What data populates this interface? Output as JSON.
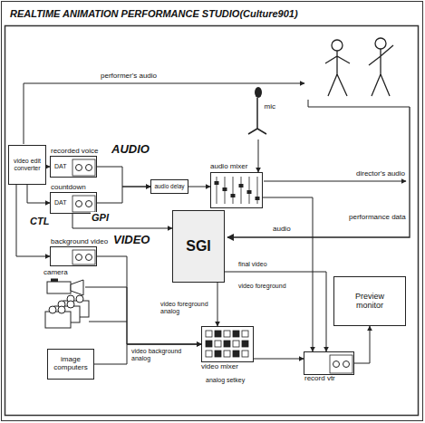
{
  "diagram": {
    "title": "REALTIME ANIMATION PERFORMANCE STUDIO(Culture901)",
    "nodes": [
      {
        "text": [
          "video edit converter"
        ]
      },
      {
        "text": [
          "recorded voice",
          "DAT"
        ]
      },
      {
        "text": [
          "countdown",
          "DAT"
        ]
      },
      {
        "text": [
          "audio delay"
        ]
      },
      {
        "text": [
          "audio mixer"
        ]
      },
      {
        "text": [
          "mic"
        ]
      },
      {
        "text": [
          "background video"
        ]
      },
      {
        "text": [
          "camera"
        ]
      },
      {
        "text": [
          "image computers"
        ]
      },
      {
        "text": [
          "SGI"
        ]
      },
      {
        "text": [
          "video mixer"
        ]
      },
      {
        "text": [
          "record vtr"
        ]
      },
      {
        "text": [
          "Preview monitor"
        ]
      }
    ],
    "edges": [
      {
        "from": 0,
        "to": 1,
        "arrow": "to"
      },
      {
        "from": 0,
        "to": 2,
        "arrow": "to"
      },
      {
        "from": 0,
        "to": 6,
        "arrow": "to"
      },
      {
        "from": 1,
        "to": 3,
        "arrow": "to"
      },
      {
        "from": 2,
        "to": 3,
        "arrow": "to"
      },
      {
        "from": 3,
        "to": 4,
        "arrow": "to"
      },
      {
        "from": 5,
        "to": 4,
        "arrow": "to"
      },
      {
        "from": 2,
        "to": 9,
        "arrow": "to"
      },
      {
        "from": 6,
        "to": 10,
        "arrow": "to"
      },
      {
        "from": 7,
        "to": 10,
        "arrow": "to"
      },
      {
        "from": 8,
        "to": 10,
        "arrow": "to"
      },
      {
        "from": 9,
        "to": 10,
        "label": "video foreground analog",
        "arrow": "to"
      },
      {
        "from": 9,
        "to": 11,
        "label": "final video",
        "arrow": "to"
      },
      {
        "from": 10,
        "to": 11,
        "arrow": "to"
      },
      {
        "from": 11,
        "to": 12,
        "arrow": "to"
      },
      {
        "from": 4,
        "to": 11,
        "arrow": "to"
      }
    ],
    "labels": [
      "performer's audio",
      "director's audio",
      "AUDIO",
      "CTL",
      "GPI",
      "performance data",
      "audio",
      "VIDEO",
      "video background analog",
      "video foreground",
      "analog setkey"
    ]
  }
}
